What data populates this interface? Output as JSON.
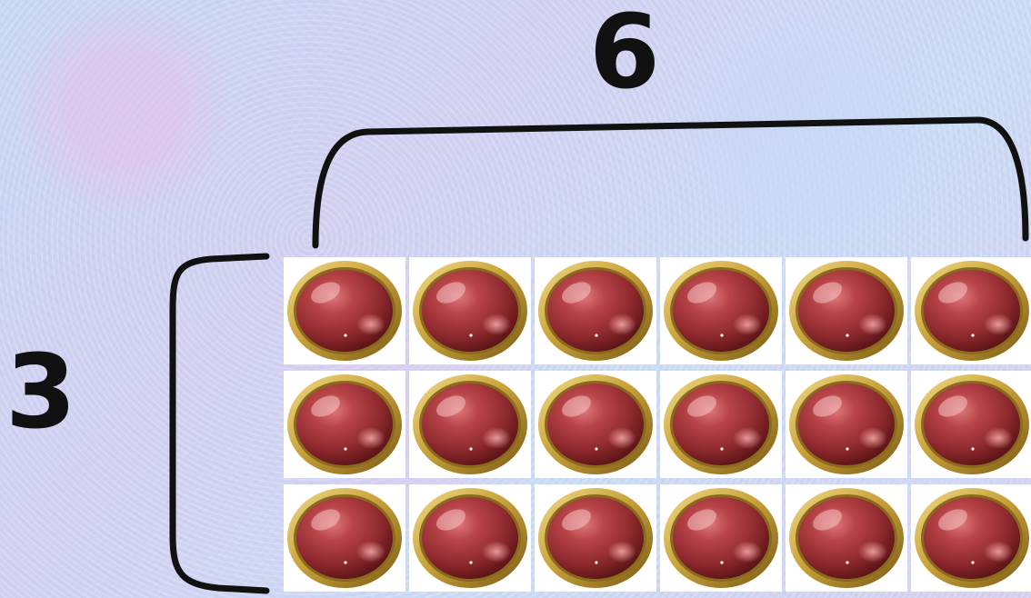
{
  "labels": {
    "columns_count": "6",
    "rows_count": "3"
  },
  "array": {
    "rows": 3,
    "columns": 6,
    "item_icon": "red-gem-button-icon"
  },
  "colors": {
    "text": "#111111",
    "bracket": "#111111",
    "gem_red": "#a0363a",
    "gem_rim": "#c9a23a",
    "cell_background": "#ffffff"
  }
}
